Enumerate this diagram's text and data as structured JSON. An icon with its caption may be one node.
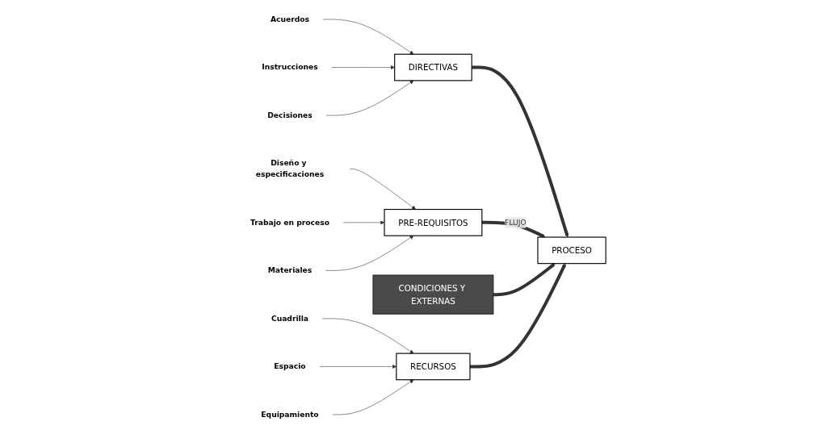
{
  "diagram": {
    "nodes": [
      {
        "text": [
          "Instrucciones"
        ]
      },
      {
        "text": [
          "Acuerdos"
        ]
      },
      {
        "text": [
          "Decisiones"
        ]
      },
      {
        "text": [
          "DIRECTIVAS"
        ]
      },
      {
        "text": [
          "Diseño y especificaciones"
        ]
      },
      {
        "text": [
          "Trabajo en proceso"
        ]
      },
      {
        "text": [
          "Materiales"
        ]
      },
      {
        "text": [
          "PRE-REQUISITOS"
        ]
      },
      {
        "text": [
          "PROCESO"
        ]
      },
      {
        "text": [
          "CONDICIONES Y EXTERNAS"
        ]
      },
      {
        "text": [
          "RECURSOS"
        ]
      },
      {
        "text": [
          "Cuadrilla"
        ]
      },
      {
        "text": [
          "Espacio"
        ]
      },
      {
        "text": [
          "Equipamiento"
        ]
      }
    ],
    "edges": [
      {
        "from": 1,
        "to": 3,
        "arrow": "to"
      },
      {
        "from": 0,
        "to": 3,
        "arrow": "to"
      },
      {
        "from": 2,
        "to": 3,
        "arrow": "to"
      },
      {
        "from": 3,
        "to": 8,
        "arrow": "to",
        "style": "thick"
      },
      {
        "from": 4,
        "to": 7,
        "arrow": "to"
      },
      {
        "from": 5,
        "to": 7,
        "arrow": "to"
      },
      {
        "from": 6,
        "to": 7,
        "arrow": "to"
      },
      {
        "from": 7,
        "to": 8,
        "arrow": "to",
        "style": "thick",
        "label": "FLUJO"
      },
      {
        "from": 9,
        "to": 8,
        "arrow": "to",
        "style": "thick"
      },
      {
        "from": 10,
        "to": 8,
        "arrow": "to",
        "style": "thick"
      },
      {
        "from": 11,
        "to": 10,
        "arrow": "to"
      },
      {
        "from": 12,
        "to": 10,
        "arrow": "to"
      },
      {
        "from": 13,
        "to": 10,
        "arrow": "to"
      }
    ]
  }
}
